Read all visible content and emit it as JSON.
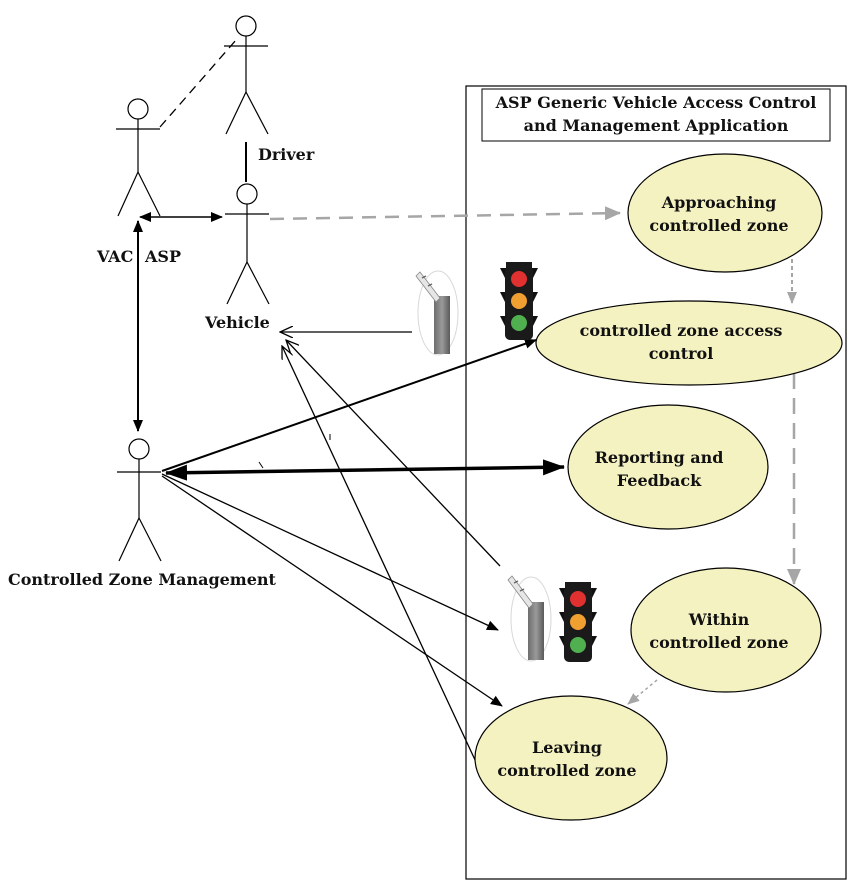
{
  "system": {
    "title_line1": "ASP Generic Vehicle Access Control",
    "title_line2": "and Management Application"
  },
  "actors": {
    "driver": "Driver",
    "vac": "VAC",
    "asp": "ASP",
    "vehicle": "Vehicle",
    "management": "Controlled Zone Management"
  },
  "use_cases": {
    "approaching": {
      "line1": "Approaching",
      "line2": "controlled zone"
    },
    "access": {
      "line1": "controlled zone access",
      "line2": "control"
    },
    "reporting": {
      "line1": "Reporting and",
      "line2": "Feedback"
    },
    "within": {
      "line1": "Within",
      "line2": "controlled zone"
    },
    "leaving": {
      "line1": "Leaving",
      "line2": "controlled zone"
    }
  },
  "colors": {
    "use_case_fill": "#f5f2c2",
    "line": "#000000",
    "flow": "#a6a6a6",
    "light_red": "#e03030",
    "light_amber": "#f0a030",
    "light_green": "#50b050",
    "barrier_gray": "#808080"
  },
  "icons": [
    "traffic-light-icon",
    "barrier-gate-icon"
  ]
}
